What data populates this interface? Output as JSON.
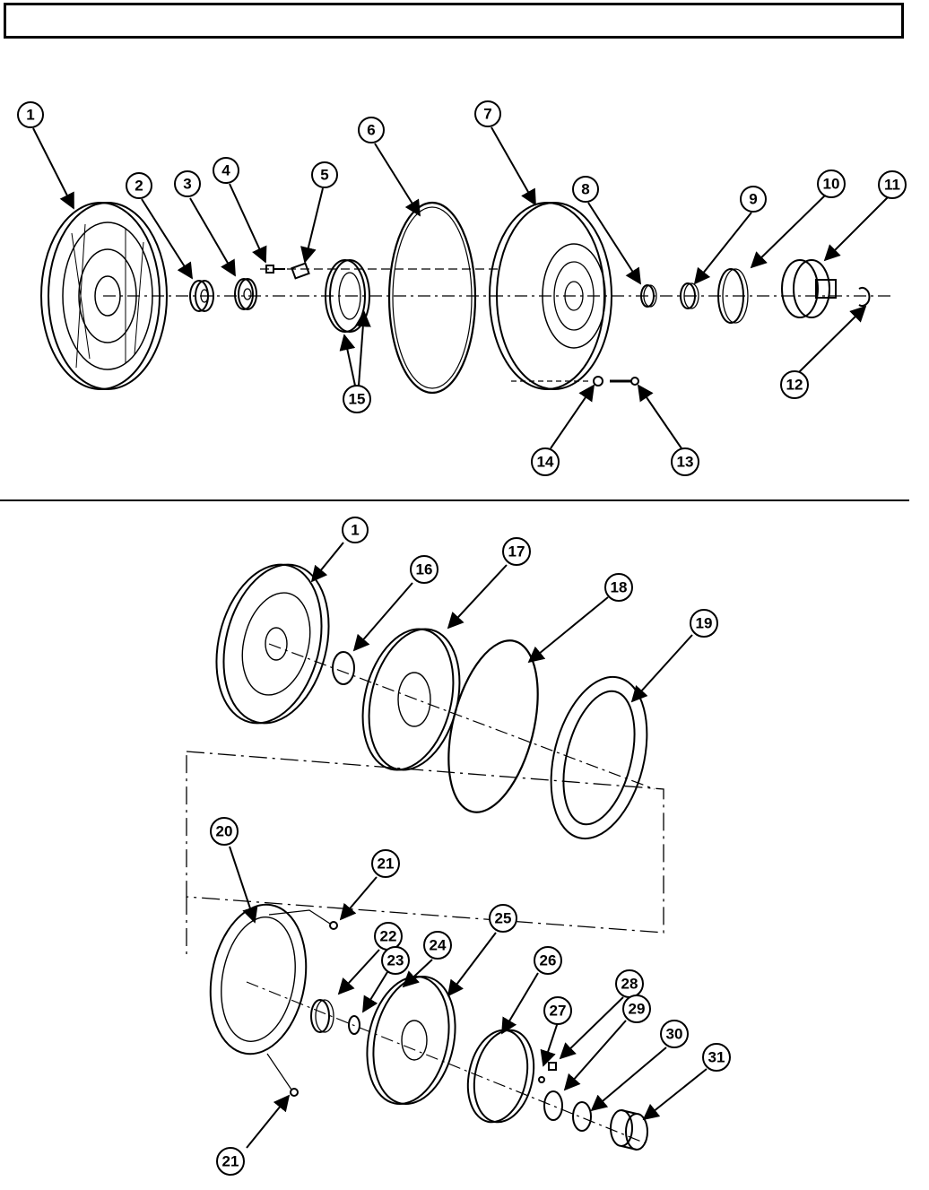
{
  "callouts": {
    "c1": "1",
    "c2": "2",
    "c3": "3",
    "c4": "4",
    "c5": "5",
    "c6": "6",
    "c7": "7",
    "c8": "8",
    "c9": "9",
    "c10": "10",
    "c11": "11",
    "c12": "12",
    "c13": "13",
    "c14": "14",
    "c15": "15",
    "c1b": "1",
    "c16": "16",
    "c17": "17",
    "c18": "18",
    "c19": "19",
    "c20": "20",
    "c21a": "21",
    "c22": "22",
    "c23": "23",
    "c24": "24",
    "c25": "25",
    "c26": "26",
    "c27": "27",
    "c28": "28",
    "c29": "29",
    "c30": "30",
    "c31": "31",
    "c21b": "21"
  }
}
